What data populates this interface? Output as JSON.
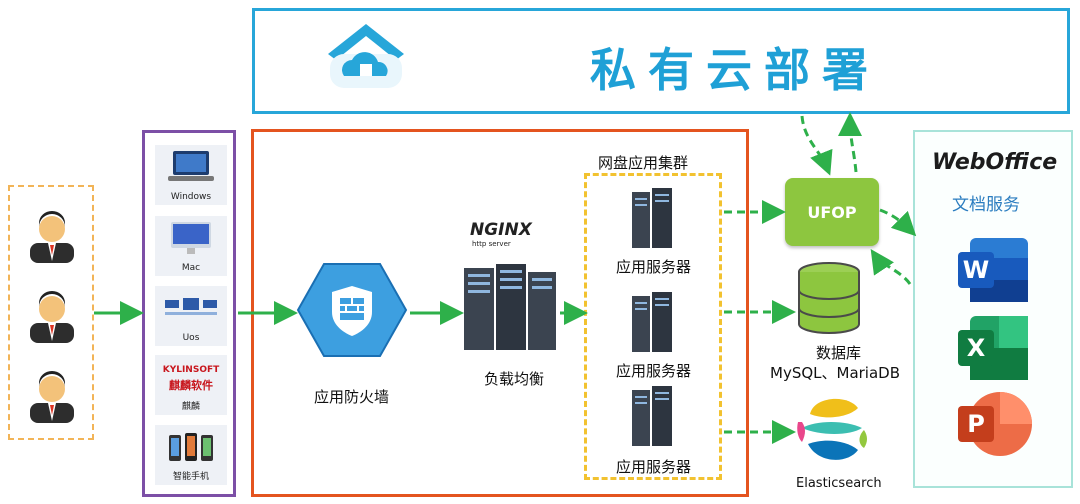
{
  "header": {
    "title": "私有云部署"
  },
  "clients": [
    {
      "label": "Windows"
    },
    {
      "label": "Mac"
    },
    {
      "label": "Uos"
    },
    {
      "label": "麒麟",
      "brand": "KYLINSOFT",
      "brand_sub": "麒麟软件"
    },
    {
      "label": "智能手机"
    }
  ],
  "firewall": {
    "label": "应用防火墙"
  },
  "load_balancer": {
    "label": "负载均衡",
    "logo": "NGINX",
    "logo_sub": "http server"
  },
  "cluster": {
    "title": "网盘应用集群",
    "servers": [
      {
        "label": "应用服务器"
      },
      {
        "label": "应用服务器"
      },
      {
        "label": "应用服务器"
      }
    ]
  },
  "ufop": {
    "label": "UFOP"
  },
  "database": {
    "label": "数据库",
    "engines": "MySQL、MariaDB"
  },
  "search": {
    "label": "Elasticsearch"
  },
  "weboffice": {
    "brand": "WebOffice",
    "subtitle": "文档服务",
    "apps": [
      "W",
      "X",
      "P"
    ]
  },
  "colors": {
    "header_border": "#27a6d9",
    "title": "#1fa0d6",
    "arrow": "#2eb04a",
    "clients_border": "#7c4fa6",
    "app_border": "#e4541f",
    "cluster_border": "#f2c230",
    "users_border": "#f2b457",
    "ufop": "#8dc63f"
  }
}
